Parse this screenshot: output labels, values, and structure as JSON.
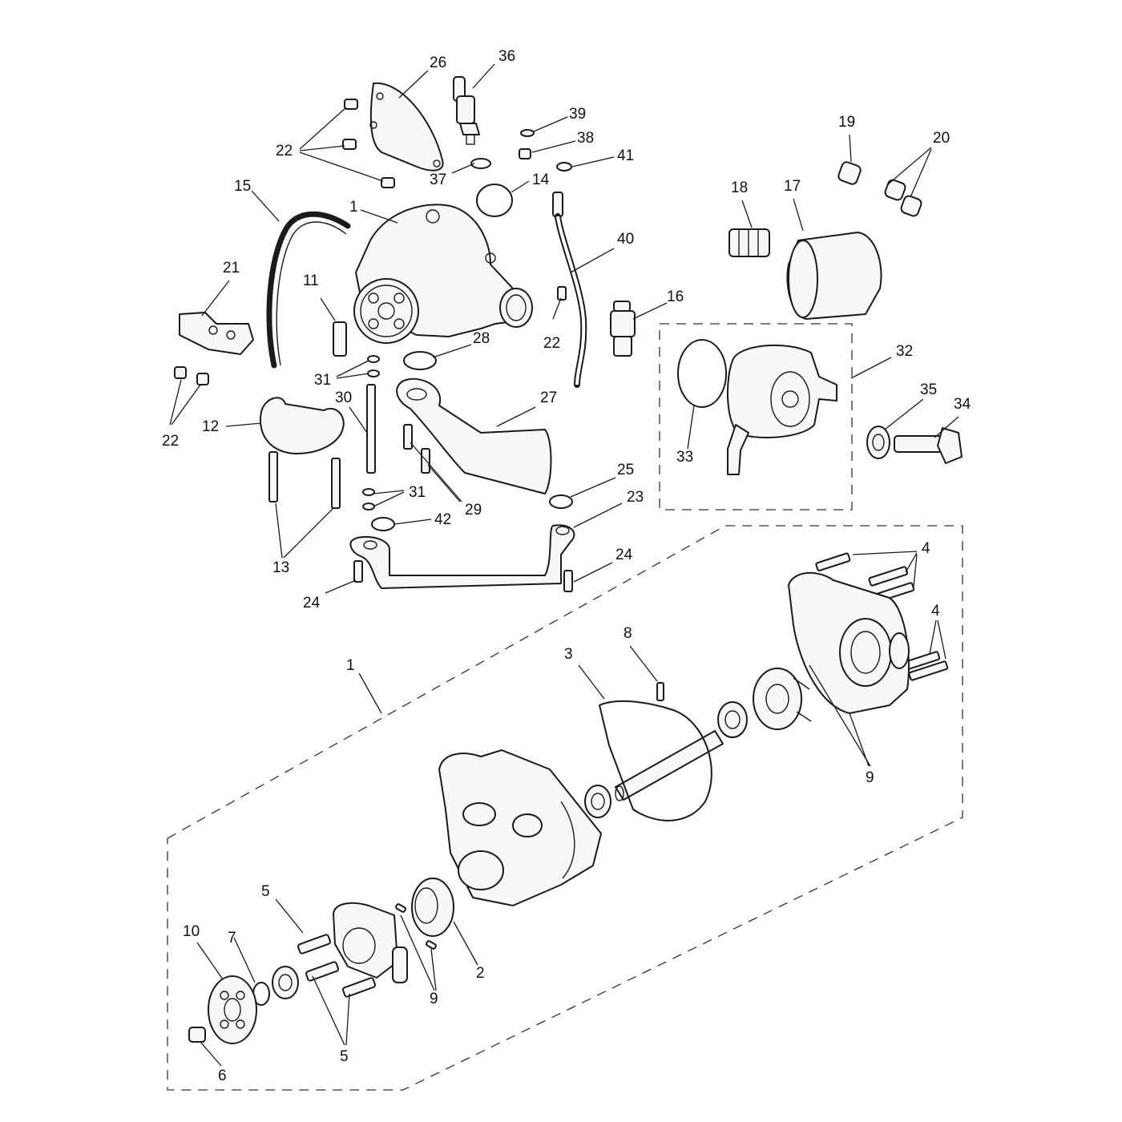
{
  "callouts": {
    "c1a": "1",
    "c1b": "1",
    "c2": "2",
    "c3": "3",
    "c4a": "4",
    "c4b": "4",
    "c5a": "5",
    "c5b": "5",
    "c6": "6",
    "c7": "7",
    "c8": "8",
    "c9a": "9",
    "c9b": "9",
    "c10": "10",
    "c11": "11",
    "c12": "12",
    "c13": "13",
    "c14": "14",
    "c15": "15",
    "c16": "16",
    "c17": "17",
    "c18": "18",
    "c19": "19",
    "c20": "20",
    "c21": "21",
    "c22a": "22",
    "c22b": "22",
    "c22c": "22",
    "c23": "23",
    "c24a": "24",
    "c24b": "24",
    "c25": "25",
    "c26": "26",
    "c27": "27",
    "c28": "28",
    "c29": "29",
    "c30": "30",
    "c31a": "31",
    "c31b": "31",
    "c32": "32",
    "c33": "33",
    "c34": "34",
    "c35": "35",
    "c36": "36",
    "c37": "37",
    "c38": "38",
    "c39": "39",
    "c40": "40",
    "c41": "41",
    "c42": "42"
  }
}
